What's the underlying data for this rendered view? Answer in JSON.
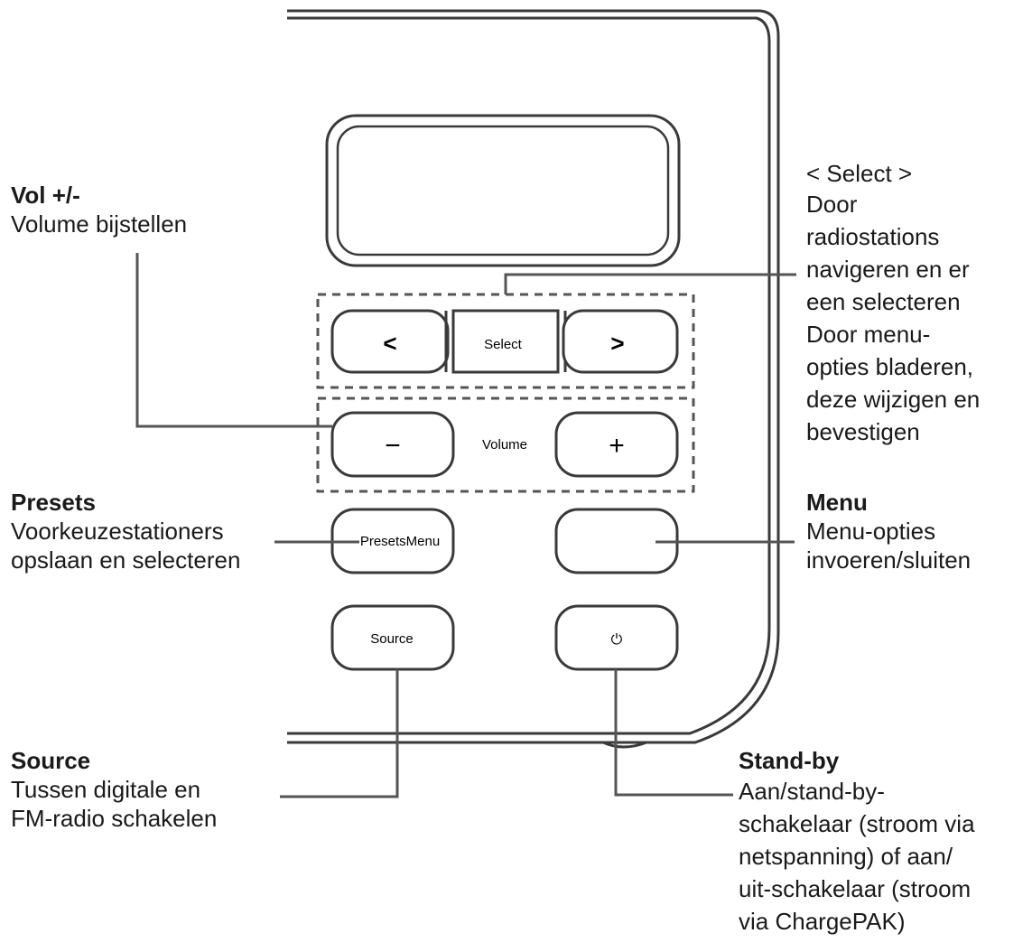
{
  "device": {
    "buttons": {
      "left": "<",
      "select": "Select",
      "right": ">",
      "minus": "−",
      "volume": "Volume",
      "plus": "+",
      "presets": "PresetsMenu",
      "menu": "",
      "source": "Source",
      "power": "⏻"
    }
  },
  "annotations": {
    "vol": {
      "heading": "Vol +/-",
      "desc": "Volume bijstellen"
    },
    "select": {
      "heading": "< Select >",
      "desc": "Door\nradiostations\nnavigeren en er\neen selecteren\nDoor menu-\nopties bladeren,\ndeze wijzigen en\nbevestigen"
    },
    "presets": {
      "heading": "Presets",
      "desc": "Voorkeuzestationers\nopslaan en selecteren"
    },
    "menu": {
      "heading": "Menu",
      "desc": "Menu-opties\ninvoeren/sluiten"
    },
    "source": {
      "heading": "Source",
      "desc": "Tussen digitale en\nFM-radio schakelen"
    },
    "standby": {
      "heading": "Stand-by",
      "desc": "Aan/stand-by-\nschakelaar (stroom via\nnetspanning) of aan/\nuit-schakelaar (stroom\nvia ChargePAK)"
    }
  }
}
